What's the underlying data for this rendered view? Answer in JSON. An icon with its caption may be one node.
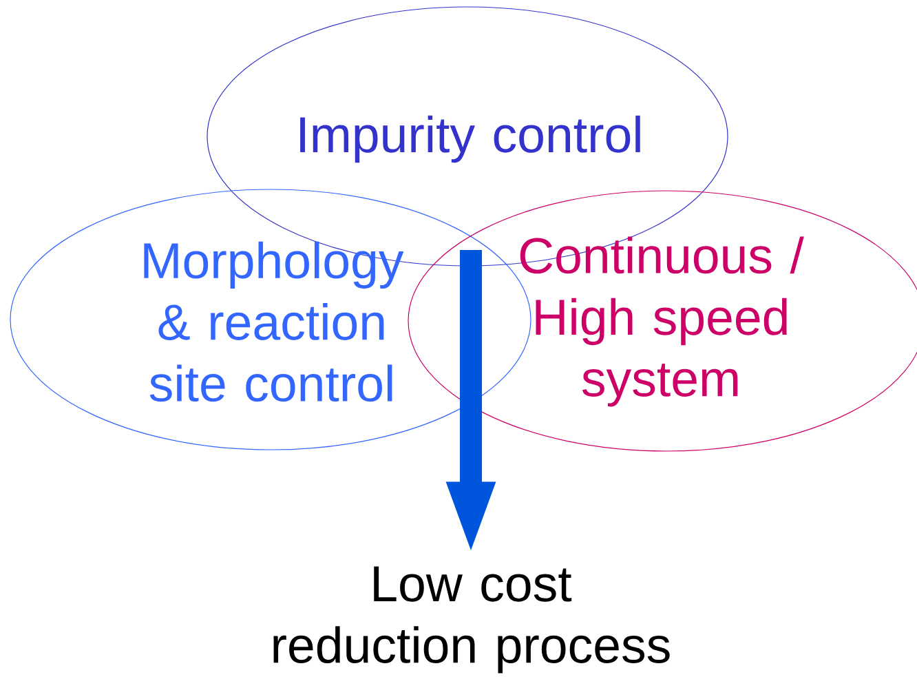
{
  "diagram": {
    "nodes": [
      {
        "text": [
          "Impurity control"
        ]
      },
      {
        "text": [
          "Morphology & reaction site control"
        ]
      },
      {
        "text": [
          "Continuous / High speed system"
        ]
      },
      {
        "text": [
          "Low cost reduction process"
        ]
      }
    ],
    "edges": [
      {
        "from": null,
        "to": 3,
        "arrow": "to",
        "color": "#0055dd"
      }
    ]
  }
}
